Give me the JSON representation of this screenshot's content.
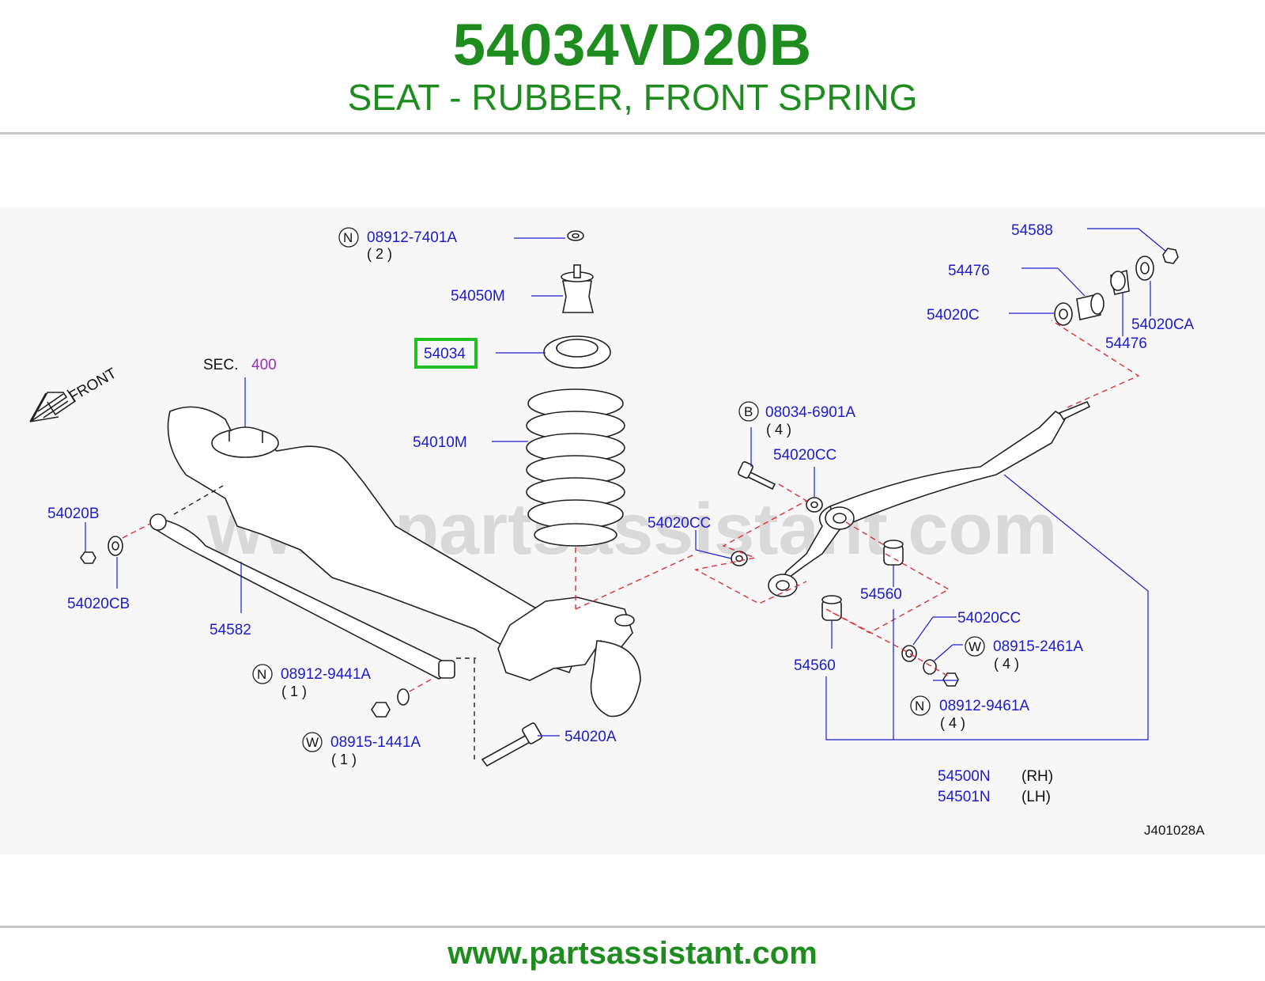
{
  "header": {
    "part_number": "54034VD20B",
    "description": "SEAT - RUBBER, FRONT SPRING"
  },
  "diagram": {
    "watermark": "www.partsassistant.com",
    "figure_code": "J401028A",
    "front_label": "FRONT",
    "sec_prefix": "SEC.",
    "sec_number": "400",
    "highlight_color": "#1fbf1f",
    "labels": {
      "n_08912_7401a": "08912-7401A",
      "q_2": "( 2 )",
      "p_54050m": "54050M",
      "p_54034": "54034",
      "p_54010m": "54010M",
      "p_54588": "54588",
      "p_54476_top": "54476",
      "p_54020c": "54020C",
      "p_54020ca": "54020CA",
      "p_54476_bot": "54476",
      "b_08034_6901a": "08034-6901A",
      "q_4a": "( 4 )",
      "p_54020cc_1": "54020CC",
      "p_54020cc_2": "54020CC",
      "p_54020b": "54020B",
      "p_54020cb": "54020CB",
      "p_54582": "54582",
      "p_54560_1": "54560",
      "p_54560_2": "54560",
      "p_54020cc_3": "54020CC",
      "w_08915_2461a": "08915-2461A",
      "q_4b": "( 4 )",
      "n_08912_9461a": "08912-9461A",
      "q_4c": "( 4 )",
      "n_08912_9441a": "08912-9441A",
      "q_1a": "( 1 )",
      "w_08915_1441a": "08915-1441A",
      "q_1b": "( 1 )",
      "p_54020a": "54020A",
      "p_54500n": "54500N",
      "rh": "(RH)",
      "p_54501n": "54501N",
      "lh": "(LH)",
      "n": "N",
      "b": "B",
      "w": "W"
    }
  },
  "footer": {
    "url": "www.partsassistant.com"
  }
}
